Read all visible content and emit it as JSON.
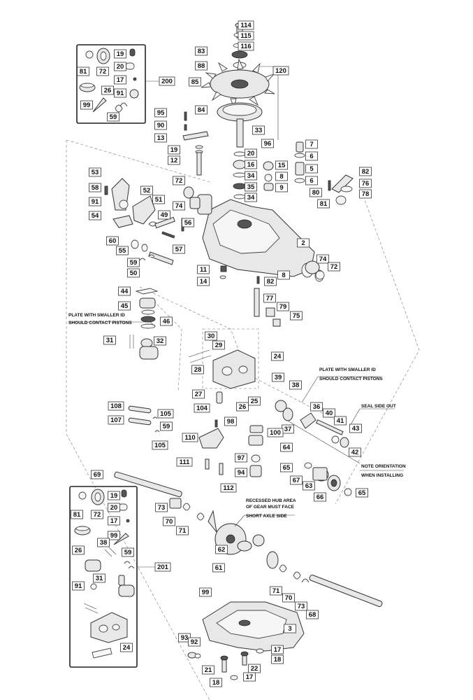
{
  "diagram": {
    "callouts": {
      "c114": "114",
      "c115": "115",
      "c116": "116",
      "c83": "83",
      "c88": "88",
      "c120": "120",
      "c85": "85",
      "c84": "84",
      "c33": "33",
      "c96": "96",
      "c95": "95",
      "c90": "90",
      "c13": "13",
      "c19a": "19",
      "c12": "12",
      "c20a": "20",
      "c16": "16",
      "c34a": "34",
      "c35": "35",
      "c34b": "34",
      "c15": "15",
      "c8a": "8",
      "c9": "9",
      "c7": "7",
      "c6a": "6",
      "c5": "5",
      "c6b": "6",
      "c82a": "82",
      "c76": "76",
      "c80": "80",
      "c78": "78",
      "c81a": "81",
      "c53": "53",
      "c58": "58",
      "c52": "52",
      "c91a": "91",
      "c51": "51",
      "c54": "54",
      "c49": "49",
      "c56": "56",
      "c72a": "72",
      "c74a": "74",
      "c60": "60",
      "c55": "55",
      "c57": "57",
      "c59a": "59",
      "c50": "50",
      "c2": "2",
      "c74b": "74",
      "c72b": "72",
      "c11": "11",
      "c14": "14",
      "c8b": "8",
      "c82b": "82",
      "c44": "44",
      "c45": "45",
      "c46": "46",
      "c77": "77",
      "c79": "79",
      "c75": "75",
      "c31a": "31",
      "c32": "32",
      "c30": "30",
      "c29": "29",
      "c28": "28",
      "c24a": "24",
      "c39": "39",
      "c38a": "38",
      "c27": "27",
      "c26a": "26",
      "c25": "25",
      "c36": "36",
      "c40": "40",
      "c41": "41",
      "c43": "43",
      "c42": "42",
      "c37": "37",
      "c108": "108",
      "c107": "107",
      "c105a": "105",
      "c59b": "59",
      "c105b": "105",
      "c104": "104",
      "c98": "98",
      "c110": "110",
      "c100": "100",
      "c97": "97",
      "c94": "94",
      "c111": "111",
      "c112": "112",
      "c64": "64",
      "c65a": "65",
      "c67": "67",
      "c63": "63",
      "c66": "66",
      "c65b": "65",
      "c69": "69",
      "c73a": "73",
      "c70a": "70",
      "c71a": "71",
      "c62": "62",
      "c61": "61",
      "c71b": "71",
      "c70b": "70",
      "c73b": "73",
      "c68": "68",
      "c99a": "99",
      "c3": "3",
      "c93": "93",
      "c92": "92",
      "c17a": "17",
      "c18a": "18",
      "c21": "21",
      "c22": "22",
      "c18b": "18",
      "c17b": "17",
      "c200": "200",
      "c201": "201",
      "k1_19": "19",
      "k1_81": "81",
      "k1_72": "72",
      "k1_20": "20",
      "k1_17": "17",
      "k1_26": "26",
      "k1_91": "91",
      "k1_99": "99",
      "k1_59": "59",
      "k2_81": "81",
      "k2_72": "72",
      "k2_19": "19",
      "k2_20": "20",
      "k2_17": "17",
      "k2_99": "99",
      "k2_26": "26",
      "k2_38": "38",
      "k2_59": "59",
      "k2_31": "31",
      "k2_91": "91",
      "k2_24": "24"
    },
    "notes": {
      "plate_left_1": "PLATE WITH SMALLER ID",
      "plate_left_2": "SHOULD CONTACT PISTONS",
      "plate_right_1": "PLATE WITH SMALLER ID",
      "plate_right_2": "SHOULD CONTACT PISTONS",
      "seal_side": "SEAL SIDE OUT",
      "note_orient_1": "NOTE ORIENTATION",
      "note_orient_2": "WHEN INSTALLING",
      "hub_1": "RECESSED HUB AREA",
      "hub_2": "OF GEAR MUST FACE",
      "hub_3": "SHORT AXLE SIDE"
    }
  }
}
